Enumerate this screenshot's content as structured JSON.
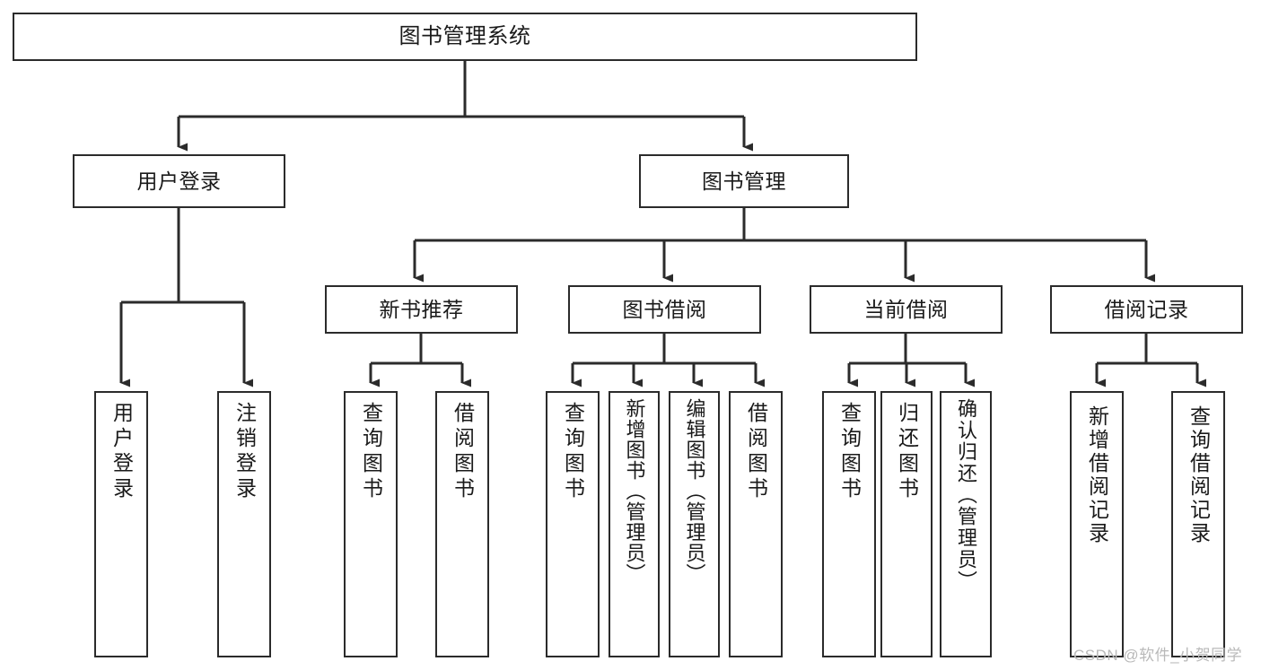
{
  "diagram": {
    "type": "hierarchy-tree",
    "title": "图书管理系统",
    "orientation": "top-down",
    "levels": 3,
    "root": {
      "id": "root",
      "label": "图书管理系统"
    },
    "level2": [
      {
        "id": "user-login",
        "label": "用户登录"
      },
      {
        "id": "book-manage",
        "label": "图书管理"
      }
    ],
    "level3": [
      {
        "id": "new-book-recommend",
        "label": "新书推荐",
        "parent": "book-manage"
      },
      {
        "id": "book-borrow",
        "label": "图书借阅",
        "parent": "book-manage"
      },
      {
        "id": "current-borrow",
        "label": "当前借阅",
        "parent": "book-manage"
      },
      {
        "id": "borrow-record",
        "label": "借阅记录",
        "parent": "book-manage"
      }
    ],
    "leaves": {
      "user_login": [
        {
          "id": "leaf-user-login",
          "label": "用户登录"
        },
        {
          "id": "leaf-user-logout",
          "label": "注销登录"
        }
      ],
      "new_book_recommend": [
        {
          "id": "leaf-query-book-1",
          "label": "查询图书"
        },
        {
          "id": "leaf-borrow-book-1",
          "label": "借阅图书"
        }
      ],
      "book_borrow": [
        {
          "id": "leaf-query-book-2",
          "label": "查询图书"
        },
        {
          "id": "leaf-add-book",
          "label": "新增图书（管理员）"
        },
        {
          "id": "leaf-edit-book",
          "label": "编辑图书（管理员）"
        },
        {
          "id": "leaf-borrow-book-2",
          "label": "借阅图书"
        }
      ],
      "current_borrow": [
        {
          "id": "leaf-query-book-3",
          "label": "查询图书"
        },
        {
          "id": "leaf-return-book",
          "label": "归还图书"
        },
        {
          "id": "leaf-confirm-return",
          "label": "确认归还（管理员）"
        }
      ],
      "borrow_record": [
        {
          "id": "leaf-add-record",
          "label": "新增借阅记录"
        },
        {
          "id": "leaf-query-record",
          "label": "查询借阅记录"
        }
      ]
    }
  },
  "watermark": {
    "text": "CSDN @软件_小贺同学"
  },
  "colors": {
    "stroke": "#2b2b2b",
    "fill": "#ffffff",
    "text": "#1a1a1a",
    "watermark": "#b9b9b9"
  }
}
